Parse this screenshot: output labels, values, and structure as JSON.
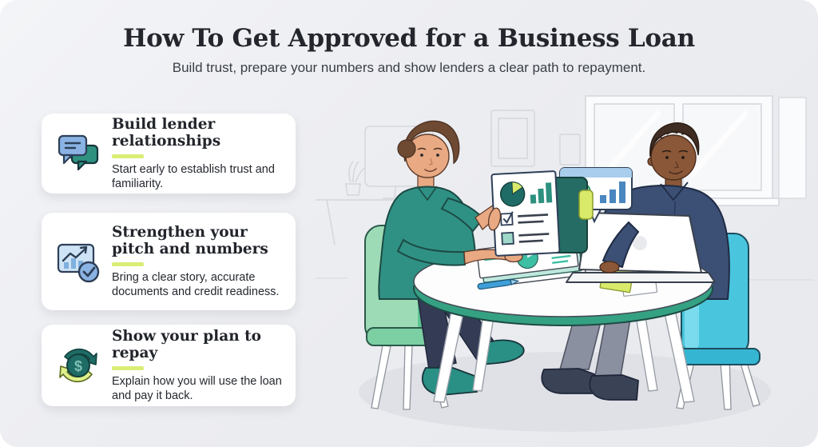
{
  "page": {
    "title": "How To Get Approved for a Business Loan",
    "subtitle": "Build trust, prepare your numbers and show lenders a clear path to repayment."
  },
  "colors": {
    "background": "#ecedf1",
    "accent_lime": "#d9ee75",
    "teal": "#2f9184",
    "dark_teal": "#1f6b66",
    "mint_chair": "#9ddbb6",
    "cyan_chair": "#49c6de",
    "navy": "#3c4f74",
    "bubble_blue": "#8ab3e4",
    "bar_blue": "#4a86c0",
    "table_rim_green": "#35a183"
  },
  "cards": [
    {
      "icon": "chat-bubbles-icon",
      "title": "Build lender relationships",
      "body": "Start early to establish trust and familiarity."
    },
    {
      "icon": "growth-chart-check-icon",
      "title": "Strengthen your pitch and numbers",
      "body": "Bring a clear story, accurate documents and credit readiness."
    },
    {
      "icon": "money-cycle-icon",
      "title": "Show your plan to repay",
      "body": "Explain how you will use the loan and pay it back."
    }
  ],
  "illustration": {
    "scene": "two-people-meeting-at-round-table",
    "elements": [
      "wall-window",
      "wall-frames",
      "desk-with-monitor-outline",
      "plant-outline",
      "mint-chair",
      "cyan-chair",
      "advisor-woman",
      "client-man",
      "round-table",
      "report-document",
      "document-folder",
      "speech-bubble-approval",
      "laptop",
      "papers-stack",
      "pen",
      "sticky-notes",
      "floor-shadow"
    ]
  }
}
